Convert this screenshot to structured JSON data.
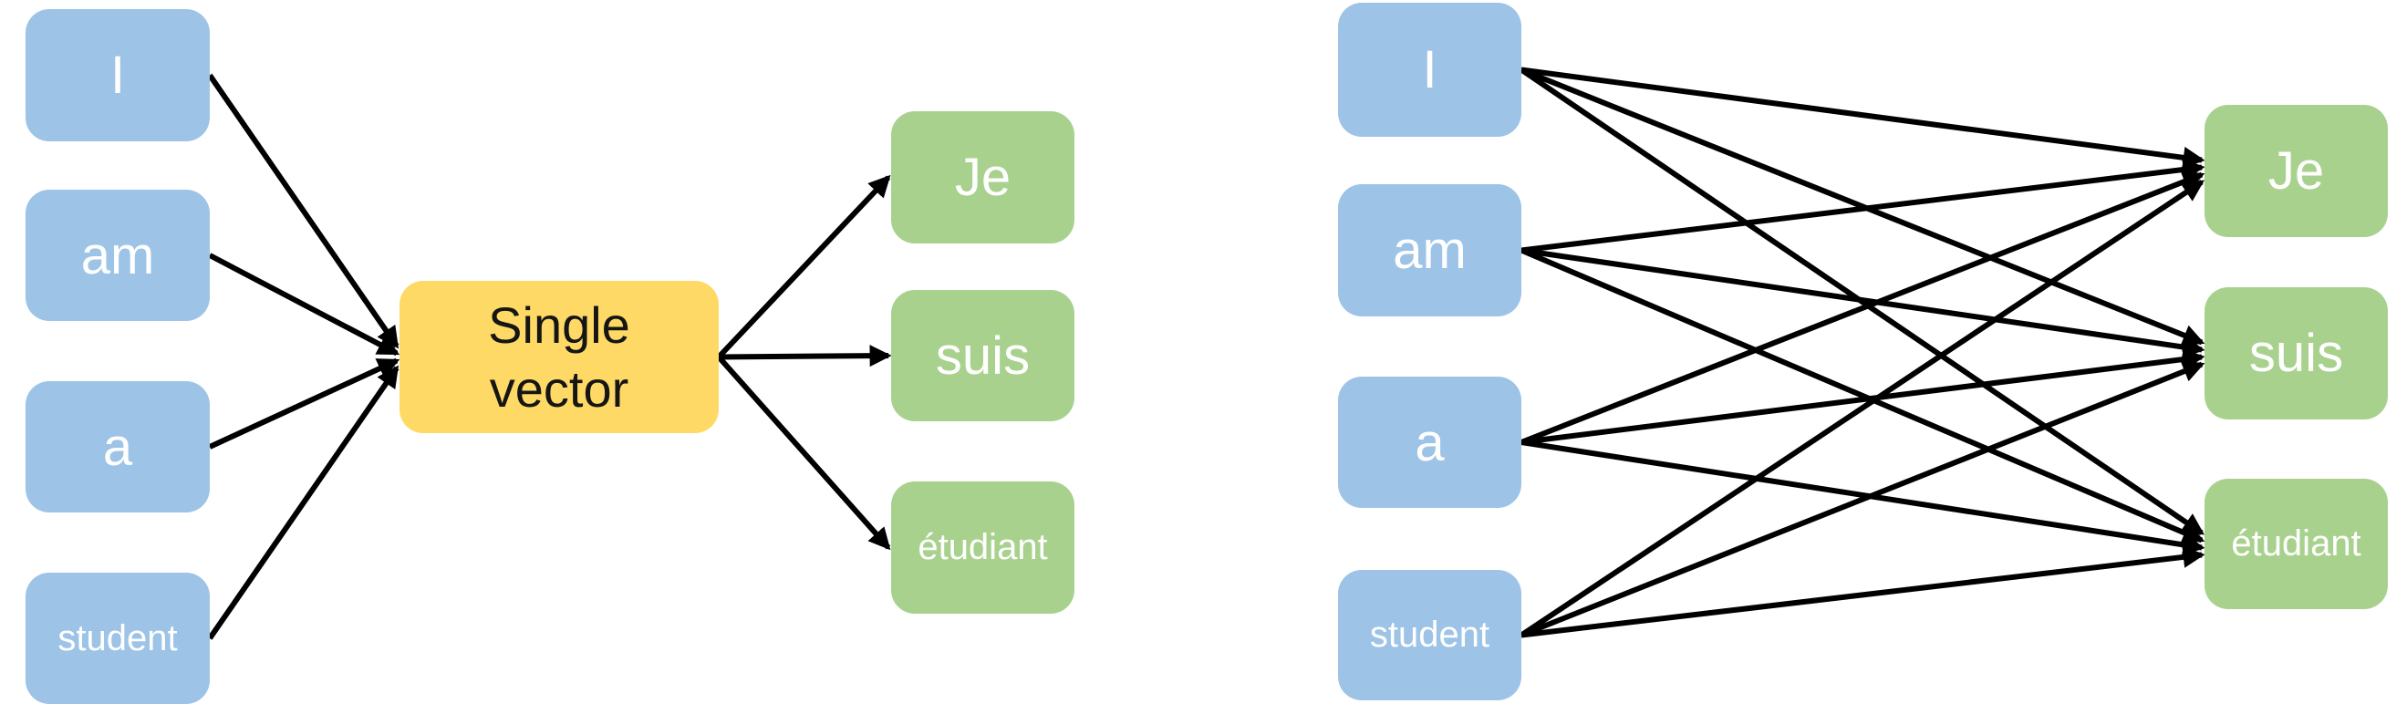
{
  "colors": {
    "background": "#FFFFFF",
    "source_box": "#9DC3E6",
    "context_box": "#FFD966",
    "target_box": "#A9D18E",
    "arrow": "#000000",
    "source_text": "#FFFFFF",
    "target_text": "#FFFFFF",
    "context_text": "#151515"
  },
  "left_diagram": {
    "name": "sequence-to-sequence with single context vector",
    "source_words": [
      "I",
      "am",
      "a",
      "student"
    ],
    "context_label": "Single vector",
    "target_words": [
      "Je",
      "suis",
      "étudiant"
    ],
    "arrows": [
      {
        "from": "l-src-0",
        "to": "l-ctx"
      },
      {
        "from": "l-src-1",
        "to": "l-ctx"
      },
      {
        "from": "l-src-2",
        "to": "l-ctx"
      },
      {
        "from": "l-src-3",
        "to": "l-ctx"
      },
      {
        "from": "l-ctx",
        "to": "l-tgt-0"
      },
      {
        "from": "l-ctx",
        "to": "l-tgt-1"
      },
      {
        "from": "l-ctx",
        "to": "l-tgt-2"
      }
    ]
  },
  "right_diagram": {
    "name": "attention all-to-all word connections",
    "source_words": [
      "I",
      "am",
      "a",
      "student"
    ],
    "target_words": [
      "Je",
      "suis",
      "étudiant"
    ],
    "arrows": [
      {
        "from": "r-src-0",
        "to": "r-tgt-0"
      },
      {
        "from": "r-src-0",
        "to": "r-tgt-1"
      },
      {
        "from": "r-src-0",
        "to": "r-tgt-2"
      },
      {
        "from": "r-src-1",
        "to": "r-tgt-0"
      },
      {
        "from": "r-src-1",
        "to": "r-tgt-1"
      },
      {
        "from": "r-src-1",
        "to": "r-tgt-2"
      },
      {
        "from": "r-src-2",
        "to": "r-tgt-0"
      },
      {
        "from": "r-src-2",
        "to": "r-tgt-1"
      },
      {
        "from": "r-src-2",
        "to": "r-tgt-2"
      },
      {
        "from": "r-src-3",
        "to": "r-tgt-0"
      },
      {
        "from": "r-src-3",
        "to": "r-tgt-1"
      },
      {
        "from": "r-src-3",
        "to": "r-tgt-2"
      }
    ]
  }
}
